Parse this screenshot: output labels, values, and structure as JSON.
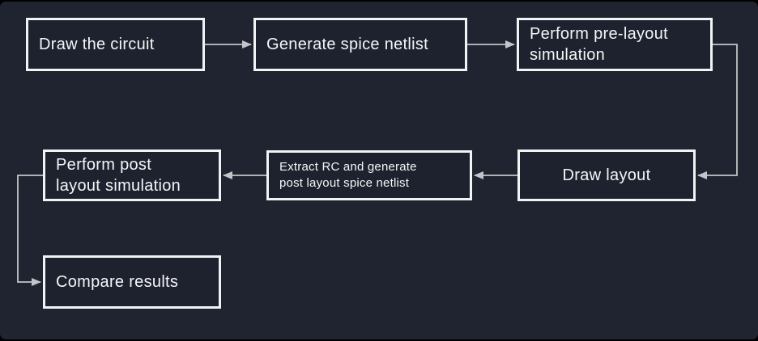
{
  "slide": {
    "background_color": "#1f2430",
    "node_fill_color": "#1d222e",
    "node_border_color": "#f2f3f5",
    "text_color": "#f5f6f8",
    "arrow_color": "#c3c5c8"
  },
  "diagram": {
    "type": "flowchart",
    "nodes": [
      {
        "id": "draw-circuit",
        "label": "Draw the circuit"
      },
      {
        "id": "generate-netlist",
        "label": "Generate spice netlist"
      },
      {
        "id": "pre-layout-sim",
        "label": "Perform pre-layout\nsimulation"
      },
      {
        "id": "draw-layout",
        "label": "Draw layout"
      },
      {
        "id": "extract-rc",
        "label": "Extract RC and generate\npost layout spice netlist"
      },
      {
        "id": "post-layout-sim",
        "label": "Perform post\nlayout simulation"
      },
      {
        "id": "compare-results",
        "label": "Compare results"
      }
    ],
    "edges": [
      {
        "from": "draw-circuit",
        "to": "generate-netlist"
      },
      {
        "from": "generate-netlist",
        "to": "pre-layout-sim"
      },
      {
        "from": "pre-layout-sim",
        "to": "draw-layout"
      },
      {
        "from": "draw-layout",
        "to": "extract-rc"
      },
      {
        "from": "extract-rc",
        "to": "post-layout-sim"
      },
      {
        "from": "post-layout-sim",
        "to": "compare-results"
      }
    ]
  }
}
